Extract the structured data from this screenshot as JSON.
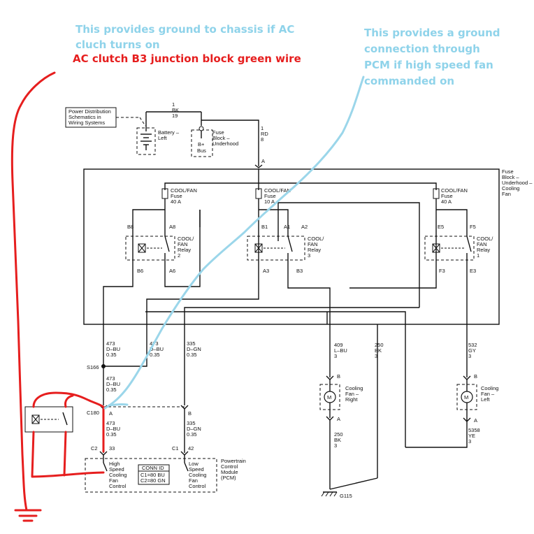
{
  "annotations": {
    "chassis_ground_line1": "This provides ground to chassis if AC",
    "chassis_ground_line2": "cluch turns on",
    "ac_clutch": "AC clutch B3 junction block green wire",
    "pcm_ground_line1": "This provides a ground",
    "pcm_ground_line2": "connection through",
    "pcm_ground_line3": "PCM if high speed fan",
    "pcm_ground_line4": "commanded on"
  },
  "power": {
    "pds_line1": "Power Distribution",
    "pds_line2": "Schematics in",
    "pds_line3": "Wiring Systems",
    "bk_circuit": "1",
    "bk_color": "BK",
    "bk_size": "19",
    "battery_line1": "Battery –",
    "battery_line2": "Left",
    "fuseblock_line1": "Fuse",
    "fuseblock_line2": "Block –",
    "fuseblock_line3": "Underhood",
    "bplus": "B+",
    "bus": "Bus",
    "rd_circuit": "1",
    "rd_color": "RD",
    "rd_size": "8",
    "conn_a": "A"
  },
  "fuse_box": {
    "label_line1": "Fuse",
    "label_line2": "Block –",
    "label_line3": "Underhood –",
    "label_line4": "Cooling",
    "label_line5": "Fan"
  },
  "fuses": [
    {
      "line1": "COOL/FAN",
      "line2": "Fuse",
      "line3": "40 A"
    },
    {
      "line1": "COOL/FAN",
      "line2": "Fuse",
      "line3": "10 A"
    },
    {
      "line1": "COOL/FAN",
      "line2": "Fuse",
      "line3": "40 A"
    }
  ],
  "relays": [
    {
      "pin_tl": "B8",
      "pin_tr": "A8",
      "pin_bl": "B6",
      "pin_br": "A6",
      "line1": "COOL/",
      "line2": "FAN",
      "line3": "Relay",
      "line4": "2"
    },
    {
      "pin_tl": "B1",
      "pin_tm": "A1",
      "pin_tr": "A2",
      "pin_bl": "A3",
      "pin_br": "B3",
      "line1": "COOL/",
      "line2": "FAN",
      "line3": "Relay",
      "line4": "3"
    },
    {
      "pin_tl": "E5",
      "pin_tr": "F5",
      "pin_bl": "F3",
      "pin_br": "E3",
      "line1": "COOL/",
      "line2": "FAN",
      "line3": "Relay",
      "line4": "1"
    }
  ],
  "wires": {
    "w473a": {
      "num": "473",
      "color": "D–BU",
      "size": "0.35"
    },
    "w473b": {
      "num": "473",
      "color": "D–BU",
      "size": "0.35"
    },
    "w335a": {
      "num": "335",
      "color": "D–GN",
      "size": "0.35"
    },
    "w473c": {
      "num": "473",
      "color": "D–BU",
      "size": "0.35"
    },
    "w473d": {
      "num": "473",
      "color": "D–BU",
      "size": "0.35"
    },
    "w335b": {
      "num": "335",
      "color": "D–GN",
      "size": "0.35"
    },
    "w409": {
      "num": "409",
      "color": "L–BU",
      "size": "3"
    },
    "w250a": {
      "num": "250",
      "color": "BK",
      "size": "3"
    },
    "w532": {
      "num": "532",
      "color": "GY",
      "size": "3"
    },
    "w250b": {
      "num": "250",
      "color": "BK",
      "size": "3"
    },
    "w5358": {
      "num": "5358",
      "color": "YE",
      "size": "3"
    }
  },
  "splice": "S166",
  "connector": {
    "name": "C180",
    "pin_a": "A",
    "pin_b": "B"
  },
  "fans": [
    {
      "pin_top": "B",
      "pin_bot": "A",
      "line1": "Cooling",
      "line2": "Fan –",
      "line3": "Right",
      "symbol": "M"
    },
    {
      "pin_top": "B",
      "pin_bot": "A",
      "line1": "Cooling",
      "line2": "Fan –",
      "line3": "Left",
      "symbol": "M"
    }
  ],
  "pcm": {
    "c2_pin": "C2",
    "c2_num": "33",
    "c1_pin": "C1",
    "c1_num": "42",
    "high_line1": "High",
    "high_line2": "Speed",
    "high_line3": "Cooling",
    "high_line4": "Fan",
    "high_line5": "Control",
    "conn_id": "CONN ID",
    "conn_c1": "C1=80 BU",
    "conn_c2": "C2=80 GN",
    "low_line1": "Low",
    "low_line2": "Speed",
    "low_line3": "Cooling",
    "low_line4": "Fan",
    "low_line5": "Control",
    "module_line1": "Powertrain",
    "module_line2": "Control",
    "module_line3": "Module",
    "module_line4": "(PCM)"
  },
  "ground": "G115",
  "colors": {
    "annotation_blue": "#8fd3ea",
    "annotation_red": "#e61e1e",
    "ink": "#111111"
  }
}
